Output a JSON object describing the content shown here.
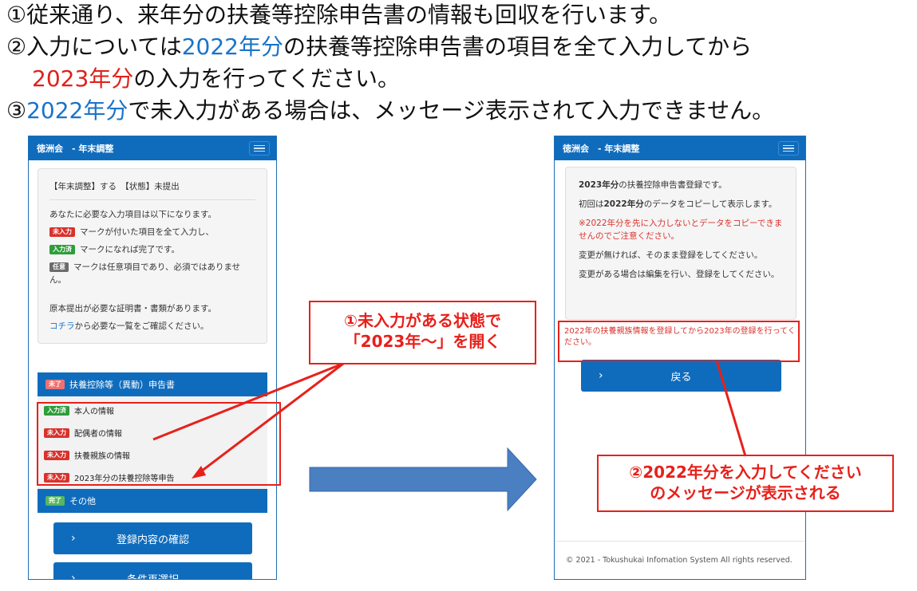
{
  "heading": {
    "line1": "①従来通り、来年分の扶養等控除申告書の情報も回収を行います。",
    "line2_a": "②入力については",
    "line2_b": "2022年分",
    "line2_c": "の扶養等控除申告書の項目を全て入力してから",
    "line3_a": "2023年分",
    "line3_b": "の入力を行ってください。",
    "line4_a": "③",
    "line4_b": "2022年分",
    "line4_c": "で未入力がある場合は、メッセージ表示されて入力できません。"
  },
  "left_phone": {
    "navbar_title": "徳洲会　- 年末調整",
    "status": "【年末調整】する　【状態】未提出",
    "intro": "あなたに必要な入力項目は以下になります。",
    "legend": [
      {
        "badge": "未入力",
        "text": "マークが付いた項目を全て入力し、"
      },
      {
        "badge": "入力済",
        "text": "マークになれば完了です。"
      },
      {
        "badge": "任意",
        "text": "マークは任意項目であり、必須ではありません。"
      }
    ],
    "docs_note": "原本提出が必要な証明書・書類があります。",
    "link_text": "コチラ",
    "link_suffix": "から必要な一覧をご確認ください。",
    "section1": {
      "badge": "未了",
      "title": "扶養控除等（異動）申告書"
    },
    "items": [
      {
        "badge": "入力済",
        "label": "本人の情報"
      },
      {
        "badge": "未入力",
        "label": "配偶者の情報"
      },
      {
        "badge": "未入力",
        "label": "扶養親族の情報"
      },
      {
        "badge": "未入力",
        "label": "2023年分の扶養控除等申告"
      }
    ],
    "section2": {
      "badge": "完了",
      "title": "その他"
    },
    "btn_confirm": "登録内容の確認",
    "btn_cond": "条件再選択"
  },
  "right_phone": {
    "navbar_title": "徳洲会　- 年末調整",
    "p1_bold": "2023年分",
    "p1_rest": "の扶養控除申告書登録です。",
    "p2_a": "初回は",
    "p2_bold": "2022年分",
    "p2_c": "のデータをコピーして表示します。",
    "p3": "※2022年分を先に入力しないとデータをコピーできませんのでご注意ください。",
    "p4": "変更が無ければ、そのまま登録をしてください。",
    "p5": "変更がある場合は編集を行い、登録をしてください。",
    "error": "2022年の扶養親族情報を登録してから2023年の登録を行ってください。",
    "btn_back": "戻る",
    "footer": "© 2021 - Tokushukai Infomation System All rights reserved."
  },
  "callouts": {
    "c1_line1": "①未入力がある状態で",
    "c1_line2": "「2023年～」を開く",
    "c2_line1": "②2022年分を入力してください",
    "c2_line2": "のメッセージが表示される"
  },
  "colors": {
    "brand_blue": "#0f6cbd",
    "annotation_red": "#e8201a",
    "arrow_blue": "#4a7fc1"
  }
}
